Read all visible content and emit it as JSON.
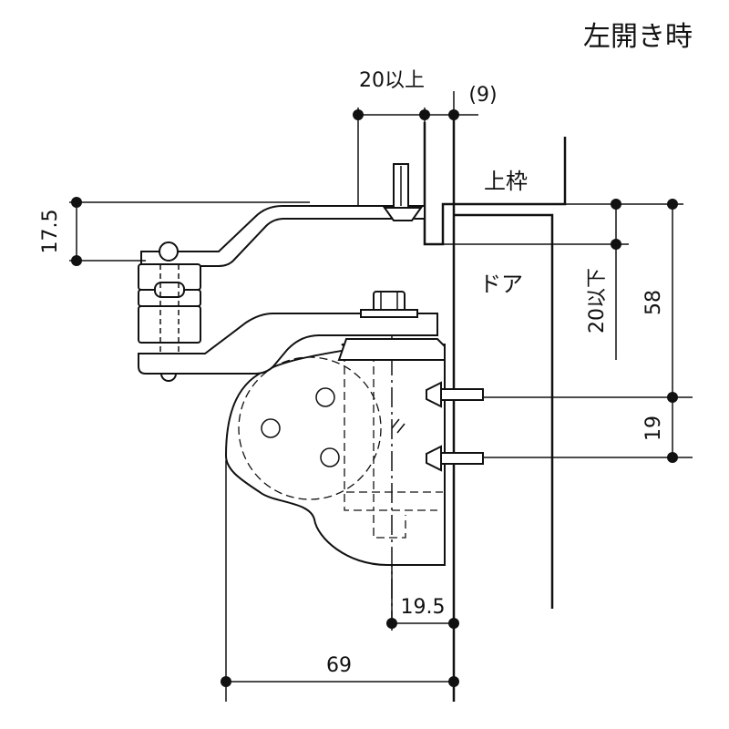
{
  "title": "左開き時",
  "labels": {
    "upper_frame": "上枠",
    "door": "ドア"
  },
  "dimensions": {
    "top_clearance": "20以上",
    "top_offset": "(9)",
    "left_height": "17.5",
    "right_clearance": "20以下",
    "right_height": "58",
    "screw_spacing": "19",
    "bottom_small": "19.5",
    "bottom_total": "69"
  }
}
